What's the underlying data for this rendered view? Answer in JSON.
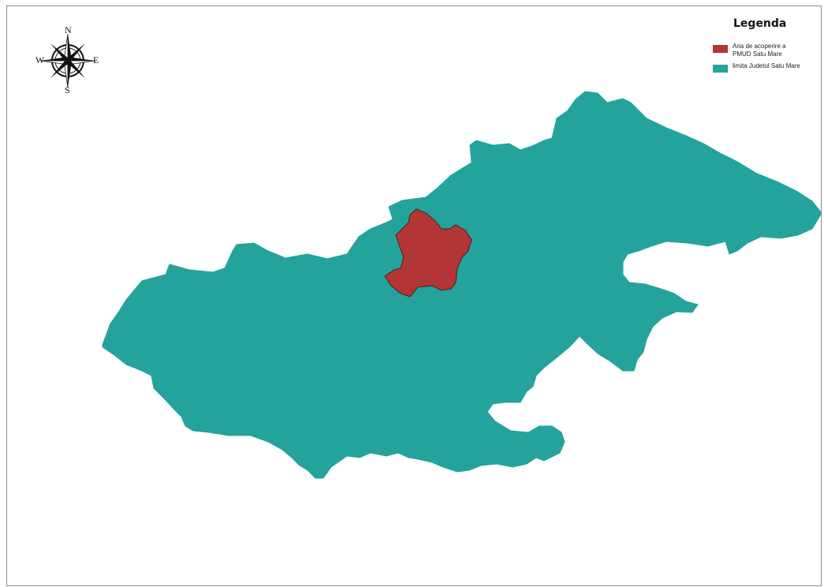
{
  "legend": {
    "title": "Legenda",
    "items": [
      {
        "label": "Aria de acoperire a PMUD Satu Mare",
        "color": "#b23636"
      },
      {
        "label": "limita Judetul Satu Mare",
        "color": "#23a39c"
      }
    ]
  },
  "north_arrow": {
    "n": "N",
    "s": "S",
    "e": "E",
    "w": "W"
  },
  "map": {
    "county_color": "#23a39c",
    "city_color": "#b23636",
    "city_outline": "#5a1a1a"
  }
}
